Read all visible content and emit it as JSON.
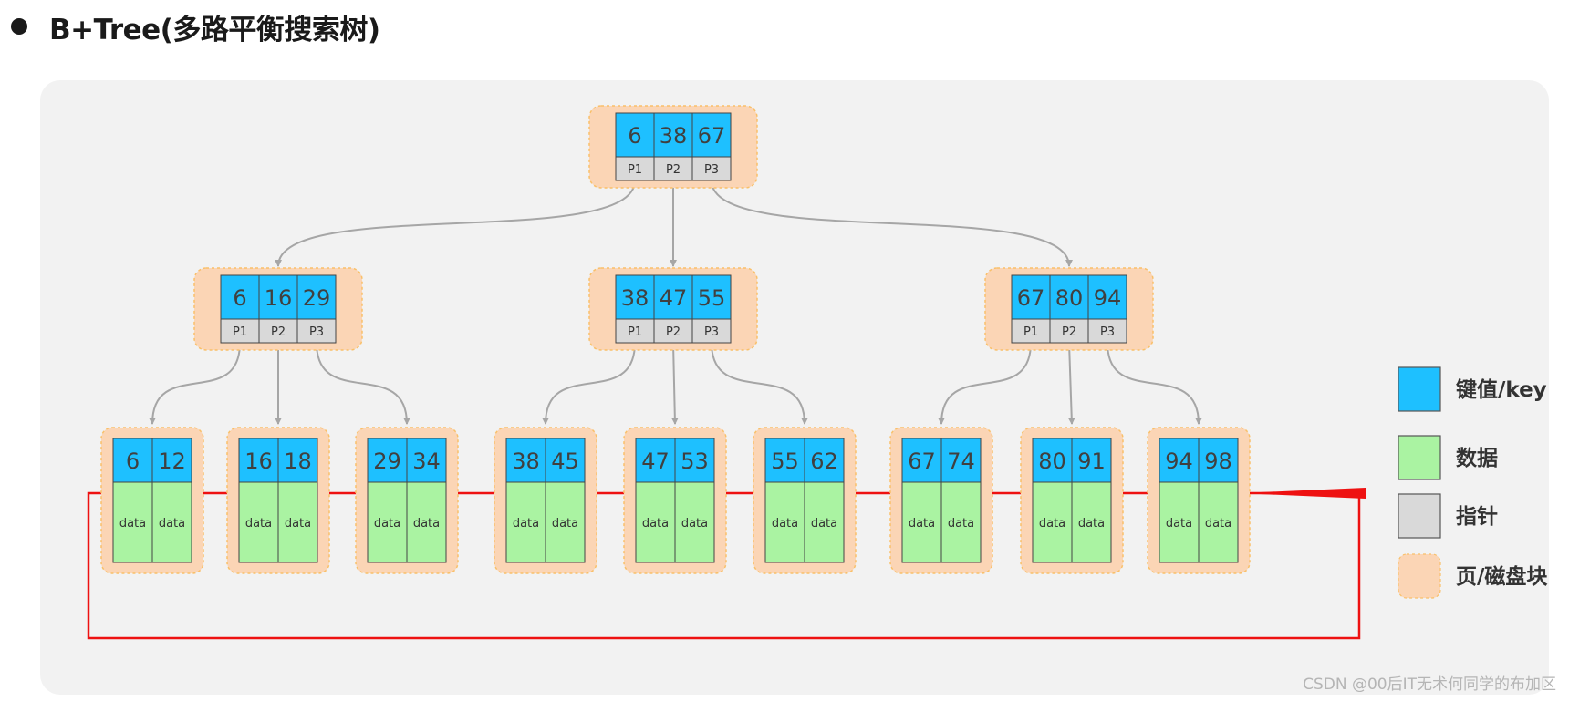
{
  "title": "B+Tree(多路平衡搜索树)",
  "colors": {
    "key": "#1ec0ff",
    "data": "#aaf3a2",
    "pointer": "#d9d9d9",
    "page": "#fbd5b5",
    "page_border": "#f9c06a",
    "link": "#ee1111",
    "edge": "#a6a6a6"
  },
  "root": {
    "keys": [
      "6",
      "38",
      "67"
    ],
    "pointers": [
      "P1",
      "P2",
      "P3"
    ]
  },
  "internal": [
    {
      "keys": [
        "6",
        "16",
        "29"
      ],
      "pointers": [
        "P1",
        "P2",
        "P3"
      ]
    },
    {
      "keys": [
        "38",
        "47",
        "55"
      ],
      "pointers": [
        "P1",
        "P2",
        "P3"
      ]
    },
    {
      "keys": [
        "67",
        "80",
        "94"
      ],
      "pointers": [
        "P1",
        "P2",
        "P3"
      ]
    }
  ],
  "leaves": [
    {
      "keys": [
        "6",
        "12"
      ],
      "data": [
        "data",
        "data"
      ]
    },
    {
      "keys": [
        "16",
        "18"
      ],
      "data": [
        "data",
        "data"
      ]
    },
    {
      "keys": [
        "29",
        "34"
      ],
      "data": [
        "data",
        "data"
      ]
    },
    {
      "keys": [
        "38",
        "45"
      ],
      "data": [
        "data",
        "data"
      ]
    },
    {
      "keys": [
        "47",
        "53"
      ],
      "data": [
        "data",
        "data"
      ]
    },
    {
      "keys": [
        "55",
        "62"
      ],
      "data": [
        "data",
        "data"
      ]
    },
    {
      "keys": [
        "67",
        "74"
      ],
      "data": [
        "data",
        "data"
      ]
    },
    {
      "keys": [
        "80",
        "91"
      ],
      "data": [
        "data",
        "data"
      ]
    },
    {
      "keys": [
        "94",
        "98"
      ],
      "data": [
        "data",
        "data"
      ]
    }
  ],
  "legend": [
    {
      "label": "键值/key",
      "kind": "key"
    },
    {
      "label": "数据",
      "kind": "data"
    },
    {
      "label": "指针",
      "kind": "pointer"
    },
    {
      "label": "页/磁盘块",
      "kind": "page"
    }
  ],
  "watermark": "CSDN @00后IT无术何同学的布加区"
}
